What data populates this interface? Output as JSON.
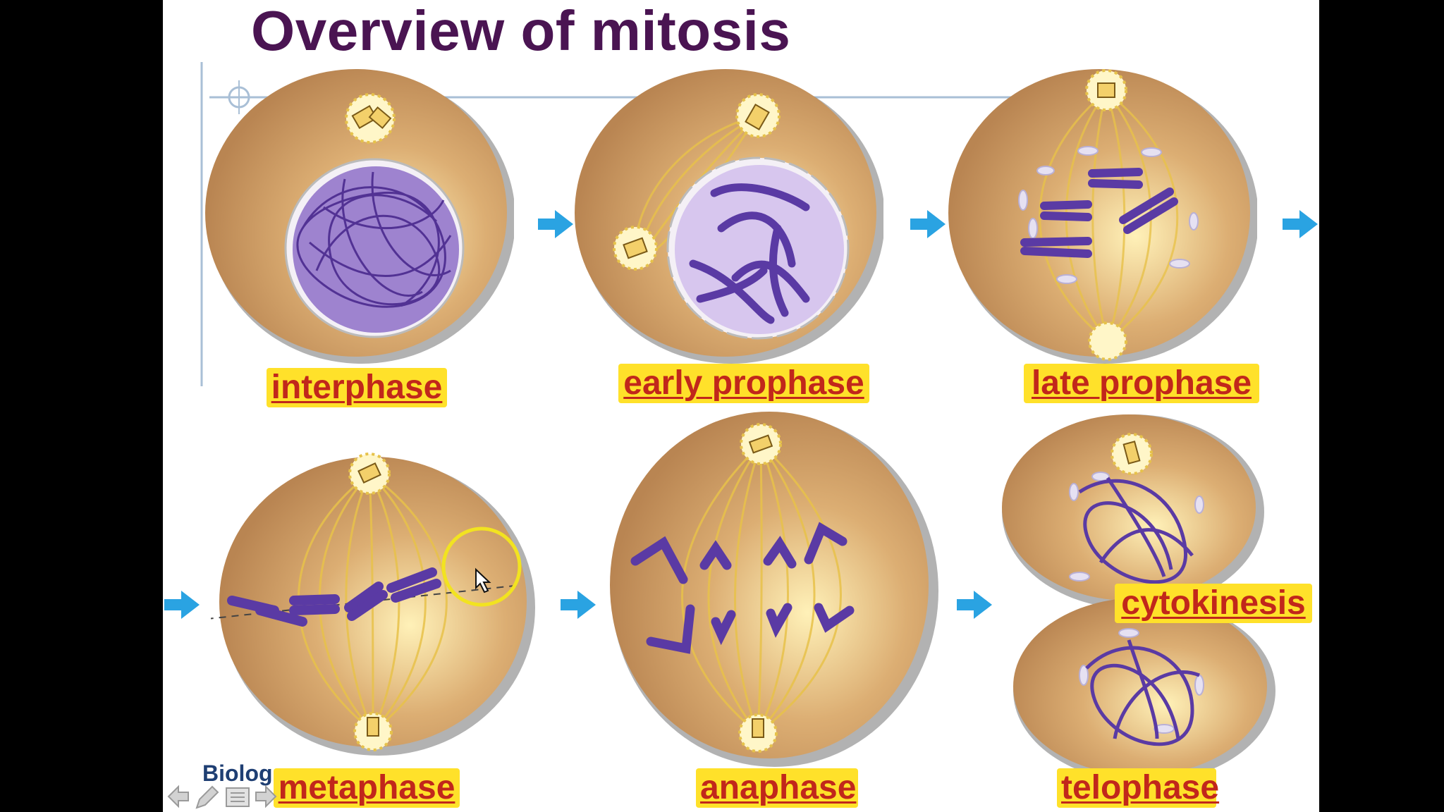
{
  "slide": {
    "title": "Overview of mitosis",
    "colors": {
      "title": "#4a1452",
      "label_bg": "#ffe12a",
      "label_text": "#c1271b",
      "arrow": "#2aa3e2",
      "cell": "#c38f5b",
      "chromatin": "#5a3aa4",
      "spindle": "#e8c24a"
    },
    "stages": [
      {
        "label": "interphase"
      },
      {
        "label": "early prophase"
      },
      {
        "label": "late prophase"
      },
      {
        "label": "metaphase"
      },
      {
        "label": "anaphase"
      },
      {
        "label": "telophase"
      },
      {
        "label": "cytokinesis"
      }
    ]
  },
  "player": {
    "watermark_text": "Biolog",
    "controls": [
      "back-arrow-icon",
      "pen-icon",
      "menu-icon",
      "forward-arrow-icon"
    ]
  }
}
